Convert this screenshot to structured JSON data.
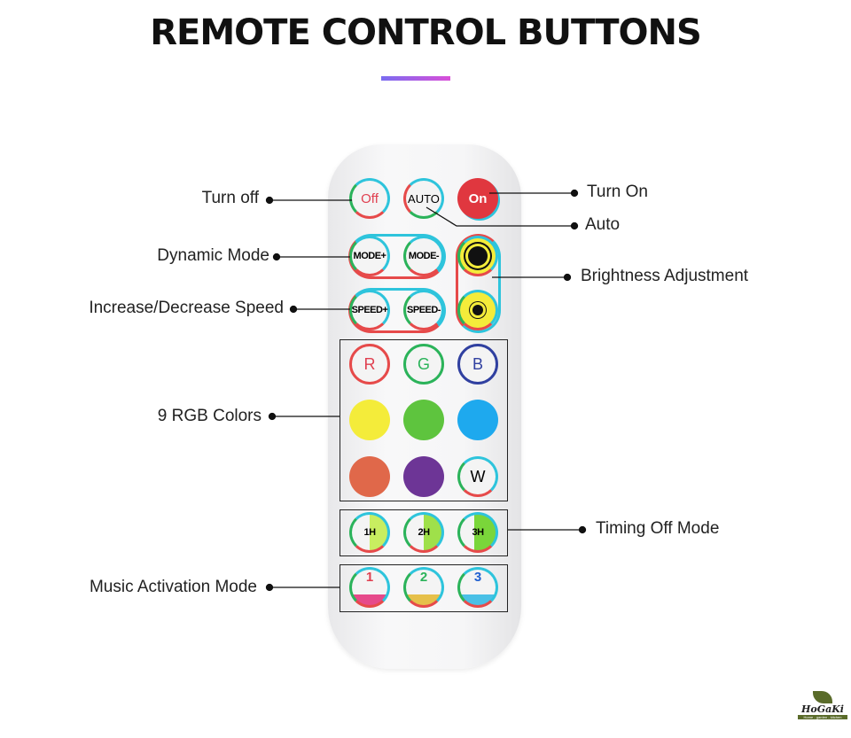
{
  "title": "REMOTE CONTROL BUTTONS",
  "buttons": {
    "off": "Off",
    "auto": "AUTO",
    "on": "On",
    "mode_plus": "MODE+",
    "mode_minus": "MODE-",
    "speed_plus": "SPEED+",
    "speed_minus": "SPEED-",
    "r": "R",
    "g": "G",
    "b": "B",
    "w": "W",
    "t1": "1H",
    "t2": "2H",
    "t3": "3H",
    "m1": "1",
    "m2": "2",
    "m3": "3"
  },
  "labels": {
    "turn_off": "Turn off",
    "turn_on": "Turn On",
    "auto": "Auto",
    "dynamic_mode": "Dynamic Mode",
    "brightness": "Brightness Adjustment",
    "speed": "Increase/Decrease Speed",
    "rgb": "9 RGB Colors",
    "timing": "Timing Off Mode",
    "music": "Music Activation Mode"
  },
  "colors": {
    "yellow": "#f4ec3a",
    "green": "#5ec43e",
    "blue": "#1ea9ee",
    "orange": "#e0684a",
    "purple": "#6d3596",
    "on": "#e0373f"
  },
  "logo": {
    "name": "HoGaKi",
    "tagline": "Home - garden - kitchen"
  }
}
